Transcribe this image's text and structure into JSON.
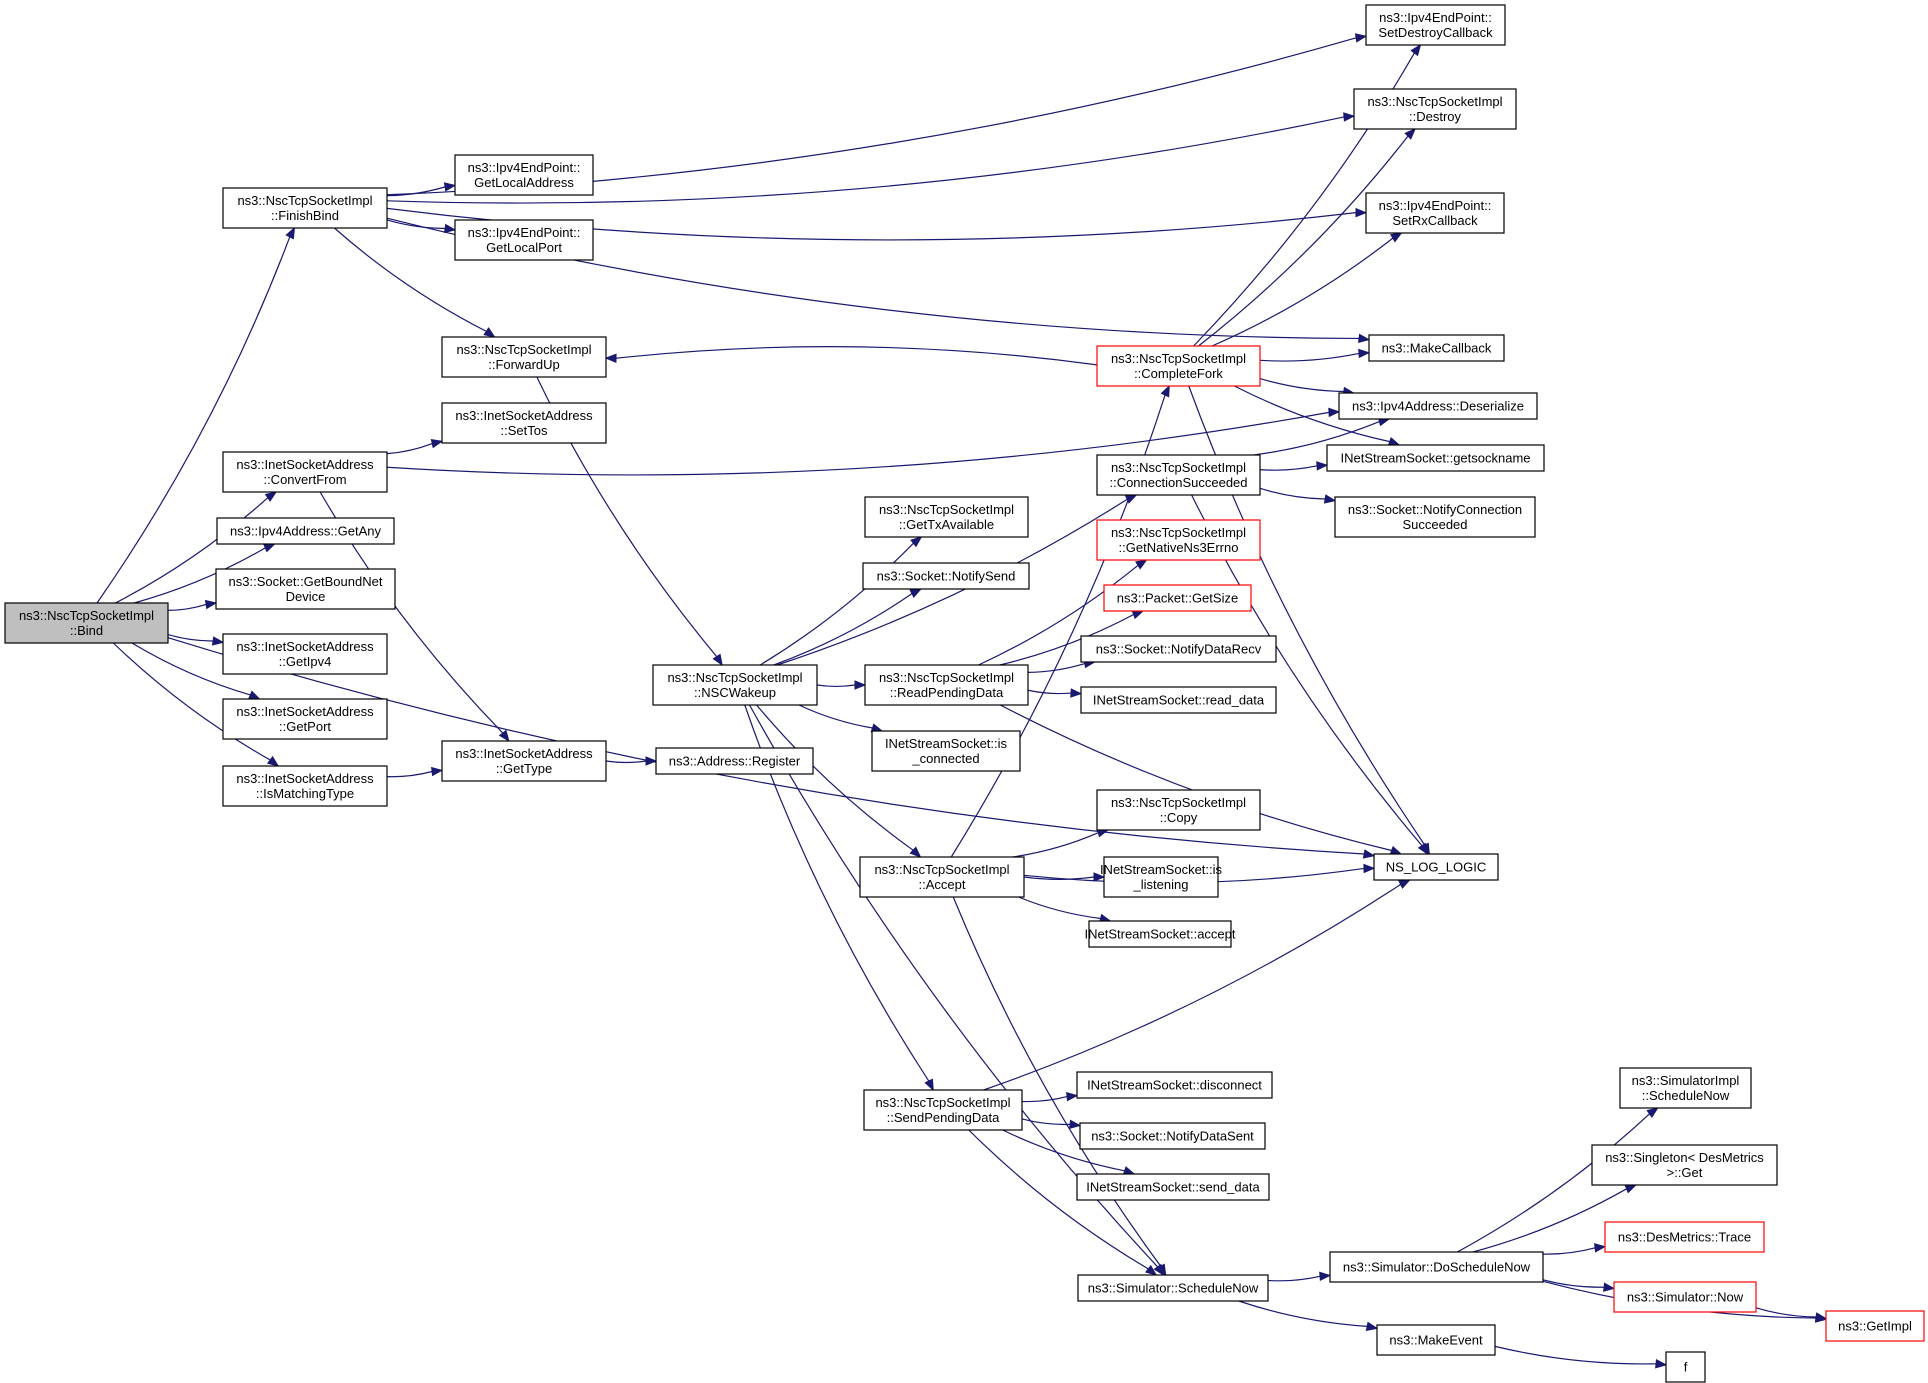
{
  "title": "Call graph: ns3::NscTcpSocketImpl::Bind",
  "colors": {
    "edge": "#191970",
    "root_fill": "#bfbfbf",
    "red_border": "#ff0000",
    "border": "#000000"
  },
  "nodes": [
    {
      "id": "bind",
      "lines": [
        "ns3::NscTcpSocketImpl",
        "::Bind"
      ],
      "style": "root"
    },
    {
      "id": "finishbind",
      "lines": [
        "ns3::NscTcpSocketImpl",
        "::FinishBind"
      ]
    },
    {
      "id": "convertfrom",
      "lines": [
        "ns3::InetSocketAddress",
        "::ConvertFrom"
      ]
    },
    {
      "id": "getany",
      "lines": [
        "ns3::Ipv4Address::GetAny"
      ]
    },
    {
      "id": "getboundnetdevice",
      "lines": [
        "ns3::Socket::GetBoundNet",
        "Device"
      ]
    },
    {
      "id": "getipv4",
      "lines": [
        "ns3::InetSocketAddress",
        "::GetIpv4"
      ]
    },
    {
      "id": "getport",
      "lines": [
        "ns3::InetSocketAddress",
        "::GetPort"
      ]
    },
    {
      "id": "ismatchingtype",
      "lines": [
        "ns3::InetSocketAddress",
        "::IsMatchingType"
      ]
    },
    {
      "id": "getlocaladdress",
      "lines": [
        "ns3::Ipv4EndPoint::",
        "GetLocalAddress"
      ]
    },
    {
      "id": "getlocalport",
      "lines": [
        "ns3::Ipv4EndPoint::",
        "GetLocalPort"
      ]
    },
    {
      "id": "forwardup",
      "lines": [
        "ns3::NscTcpSocketImpl",
        "::ForwardUp"
      ]
    },
    {
      "id": "settos",
      "lines": [
        "ns3::InetSocketAddress",
        "::SetTos"
      ]
    },
    {
      "id": "gettype",
      "lines": [
        "ns3::InetSocketAddress",
        "::GetType"
      ]
    },
    {
      "id": "register",
      "lines": [
        "ns3::Address::Register"
      ]
    },
    {
      "id": "nscwakeup",
      "lines": [
        "ns3::NscTcpSocketImpl",
        "::NSCWakeup"
      ]
    },
    {
      "id": "gettxavailable",
      "lines": [
        "ns3::NscTcpSocketImpl",
        "::GetTxAvailable"
      ]
    },
    {
      "id": "notifysend",
      "lines": [
        "ns3::Socket::NotifySend"
      ]
    },
    {
      "id": "readpendingdata",
      "lines": [
        "ns3::NscTcpSocketImpl",
        "::ReadPendingData"
      ]
    },
    {
      "id": "isconnected",
      "lines": [
        "INetStreamSocket::is",
        "_connected"
      ]
    },
    {
      "id": "accept",
      "lines": [
        "ns3::NscTcpSocketImpl",
        "::Accept"
      ]
    },
    {
      "id": "sendpendingdata",
      "lines": [
        "ns3::NscTcpSocketImpl",
        "::SendPendingData"
      ]
    },
    {
      "id": "completefork",
      "lines": [
        "ns3::NscTcpSocketImpl",
        "::CompleteFork"
      ],
      "style": "red"
    },
    {
      "id": "connectionsucceeded",
      "lines": [
        "ns3::NscTcpSocketImpl",
        "::ConnectionSucceeded"
      ]
    },
    {
      "id": "getnativens3errno",
      "lines": [
        "ns3::NscTcpSocketImpl",
        "::GetNativeNs3Errno"
      ],
      "style": "red"
    },
    {
      "id": "getsize",
      "lines": [
        "ns3::Packet::GetSize"
      ],
      "style": "red"
    },
    {
      "id": "notifydatarecv",
      "lines": [
        "ns3::Socket::NotifyDataRecv"
      ]
    },
    {
      "id": "readdata",
      "lines": [
        "INetStreamSocket::read_data"
      ]
    },
    {
      "id": "copy",
      "lines": [
        "ns3::NscTcpSocketImpl",
        "::Copy"
      ]
    },
    {
      "id": "islistening",
      "lines": [
        "INetStreamSocket::is",
        "_listening"
      ]
    },
    {
      "id": "inetaccept",
      "lines": [
        "INetStreamSocket::accept"
      ]
    },
    {
      "id": "disconnect",
      "lines": [
        "INetStreamSocket::disconnect"
      ]
    },
    {
      "id": "notifydatasent",
      "lines": [
        "ns3::Socket::NotifyDataSent"
      ]
    },
    {
      "id": "senddata",
      "lines": [
        "INetStreamSocket::send_data"
      ]
    },
    {
      "id": "schedulenow",
      "lines": [
        "ns3::Simulator::ScheduleNow"
      ]
    },
    {
      "id": "setdestroycallback",
      "lines": [
        "ns3::Ipv4EndPoint::",
        "SetDestroyCallback"
      ]
    },
    {
      "id": "destroy",
      "lines": [
        "ns3::NscTcpSocketImpl",
        "::Destroy"
      ]
    },
    {
      "id": "setrxcallback",
      "lines": [
        "ns3::Ipv4EndPoint::",
        "SetRxCallback"
      ]
    },
    {
      "id": "makecallback",
      "lines": [
        "ns3::MakeCallback"
      ]
    },
    {
      "id": "deserialize",
      "lines": [
        "ns3::Ipv4Address::Deserialize"
      ]
    },
    {
      "id": "getsockname",
      "lines": [
        "INetStreamSocket::getsockname"
      ]
    },
    {
      "id": "notifyconnectionsucceeded",
      "lines": [
        "ns3::Socket::NotifyConnection",
        "Succeeded"
      ]
    },
    {
      "id": "nsloglogic",
      "lines": [
        "NS_LOG_LOGIC"
      ]
    },
    {
      "id": "doschedulenow",
      "lines": [
        "ns3::Simulator::DoScheduleNow"
      ]
    },
    {
      "id": "simimplschedulenow",
      "lines": [
        "ns3::SimulatorImpl",
        "::ScheduleNow"
      ]
    },
    {
      "id": "singletonget",
      "lines": [
        "ns3::Singleton< DesMetrics",
        ">::Get"
      ]
    },
    {
      "id": "trace",
      "lines": [
        "ns3::DesMetrics::Trace"
      ],
      "style": "red"
    },
    {
      "id": "now",
      "lines": [
        "ns3::Simulator::Now"
      ],
      "style": "red"
    },
    {
      "id": "getimpl",
      "lines": [
        "ns3::GetImpl"
      ],
      "style": "red"
    },
    {
      "id": "makeevent",
      "lines": [
        "ns3::MakeEvent"
      ]
    },
    {
      "id": "f",
      "lines": [
        "f"
      ]
    }
  ],
  "edges": [
    [
      "bind",
      "finishbind"
    ],
    [
      "bind",
      "convertfrom"
    ],
    [
      "bind",
      "getany"
    ],
    [
      "bind",
      "getboundnetdevice"
    ],
    [
      "bind",
      "getipv4"
    ],
    [
      "bind",
      "getport"
    ],
    [
      "bind",
      "ismatchingtype"
    ],
    [
      "bind",
      "nsloglogic"
    ],
    [
      "finishbind",
      "setdestroycallback"
    ],
    [
      "finishbind",
      "destroy"
    ],
    [
      "finishbind",
      "setrxcallback"
    ],
    [
      "finishbind",
      "getlocaladdress"
    ],
    [
      "finishbind",
      "getlocalport"
    ],
    [
      "finishbind",
      "forwardup"
    ],
    [
      "finishbind",
      "makecallback"
    ],
    [
      "convertfrom",
      "settos"
    ],
    [
      "convertfrom",
      "deserialize"
    ],
    [
      "convertfrom",
      "gettype"
    ],
    [
      "ismatchingtype",
      "gettype"
    ],
    [
      "gettype",
      "register"
    ],
    [
      "forwardup",
      "nscwakeup"
    ],
    [
      "nscwakeup",
      "gettxavailable"
    ],
    [
      "nscwakeup",
      "notifysend"
    ],
    [
      "nscwakeup",
      "connectionsucceeded"
    ],
    [
      "nscwakeup",
      "readpendingdata"
    ],
    [
      "nscwakeup",
      "isconnected"
    ],
    [
      "nscwakeup",
      "accept"
    ],
    [
      "nscwakeup",
      "sendpendingdata"
    ],
    [
      "nscwakeup",
      "schedulenow"
    ],
    [
      "readpendingdata",
      "getnativens3errno"
    ],
    [
      "readpendingdata",
      "getsize"
    ],
    [
      "readpendingdata",
      "notifydatarecv"
    ],
    [
      "readpendingdata",
      "readdata"
    ],
    [
      "readpendingdata",
      "nsloglogic"
    ],
    [
      "accept",
      "completefork"
    ],
    [
      "accept",
      "copy"
    ],
    [
      "accept",
      "islistening"
    ],
    [
      "accept",
      "inetaccept"
    ],
    [
      "accept",
      "nsloglogic"
    ],
    [
      "accept",
      "schedulenow"
    ],
    [
      "sendpendingdata",
      "disconnect"
    ],
    [
      "sendpendingdata",
      "notifydatasent"
    ],
    [
      "sendpendingdata",
      "senddata"
    ],
    [
      "sendpendingdata",
      "nsloglogic"
    ],
    [
      "sendpendingdata",
      "schedulenow"
    ],
    [
      "completefork",
      "forwardup"
    ],
    [
      "completefork",
      "setdestroycallback"
    ],
    [
      "completefork",
      "destroy"
    ],
    [
      "completefork",
      "setrxcallback"
    ],
    [
      "completefork",
      "makecallback"
    ],
    [
      "completefork",
      "deserialize"
    ],
    [
      "completefork",
      "getsockname"
    ],
    [
      "completefork",
      "nsloglogic"
    ],
    [
      "connectionsucceeded",
      "deserialize"
    ],
    [
      "connectionsucceeded",
      "getsockname"
    ],
    [
      "connectionsucceeded",
      "notifyconnectionsucceeded"
    ],
    [
      "connectionsucceeded",
      "nsloglogic"
    ],
    [
      "schedulenow",
      "doschedulenow"
    ],
    [
      "schedulenow",
      "makeevent"
    ],
    [
      "doschedulenow",
      "simimplschedulenow"
    ],
    [
      "doschedulenow",
      "singletonget"
    ],
    [
      "doschedulenow",
      "trace"
    ],
    [
      "doschedulenow",
      "now"
    ],
    [
      "doschedulenow",
      "getimpl"
    ],
    [
      "now",
      "getimpl"
    ],
    [
      "makeevent",
      "f"
    ]
  ]
}
